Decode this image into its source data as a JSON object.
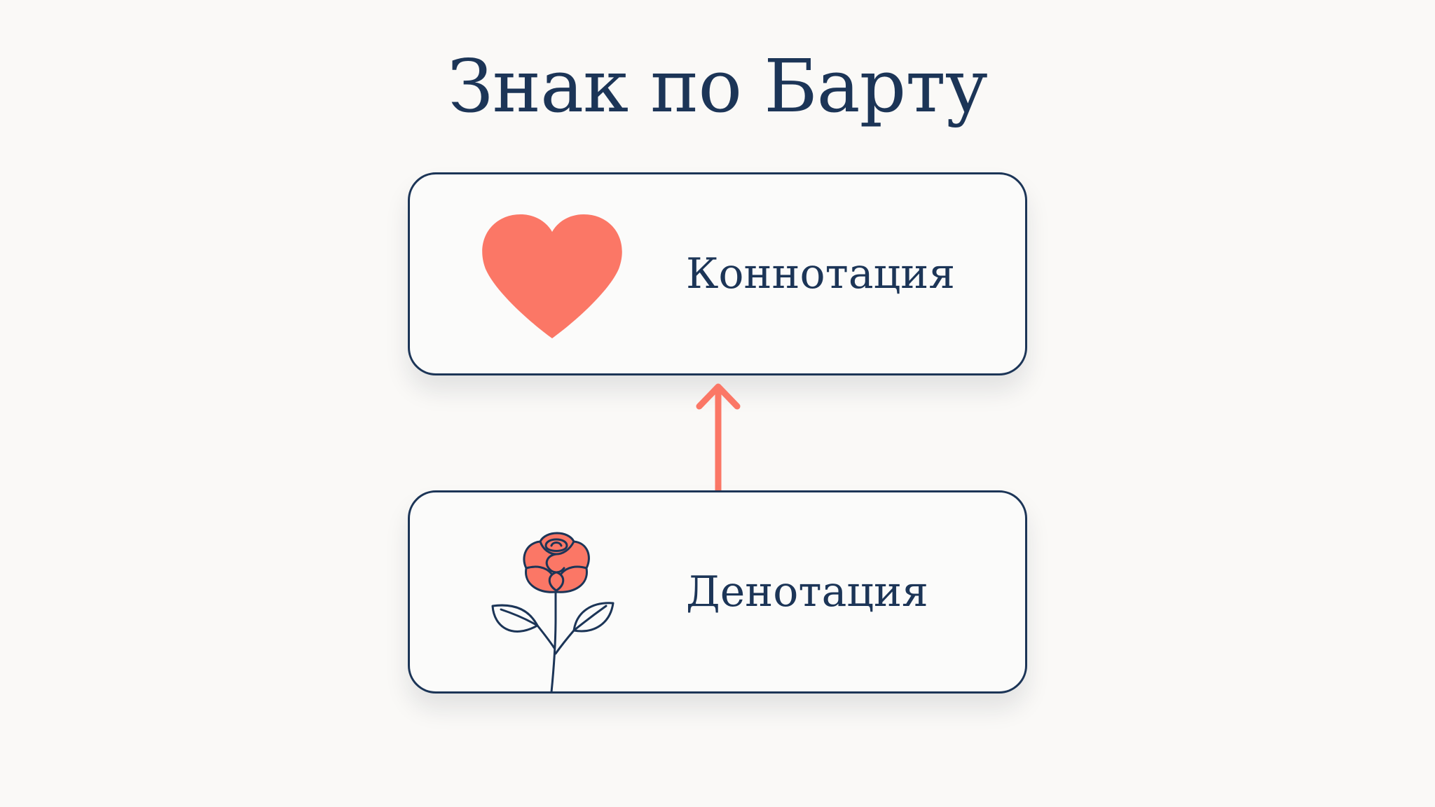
{
  "title": "Знак по Барту",
  "connotation": {
    "label": "Коннотация",
    "icon": "heart-icon"
  },
  "denotation": {
    "label": "Денотация",
    "icon": "rose-icon"
  },
  "colors": {
    "navy": "#1c3557",
    "coral": "#fb7766",
    "background": "#faf9f7"
  }
}
